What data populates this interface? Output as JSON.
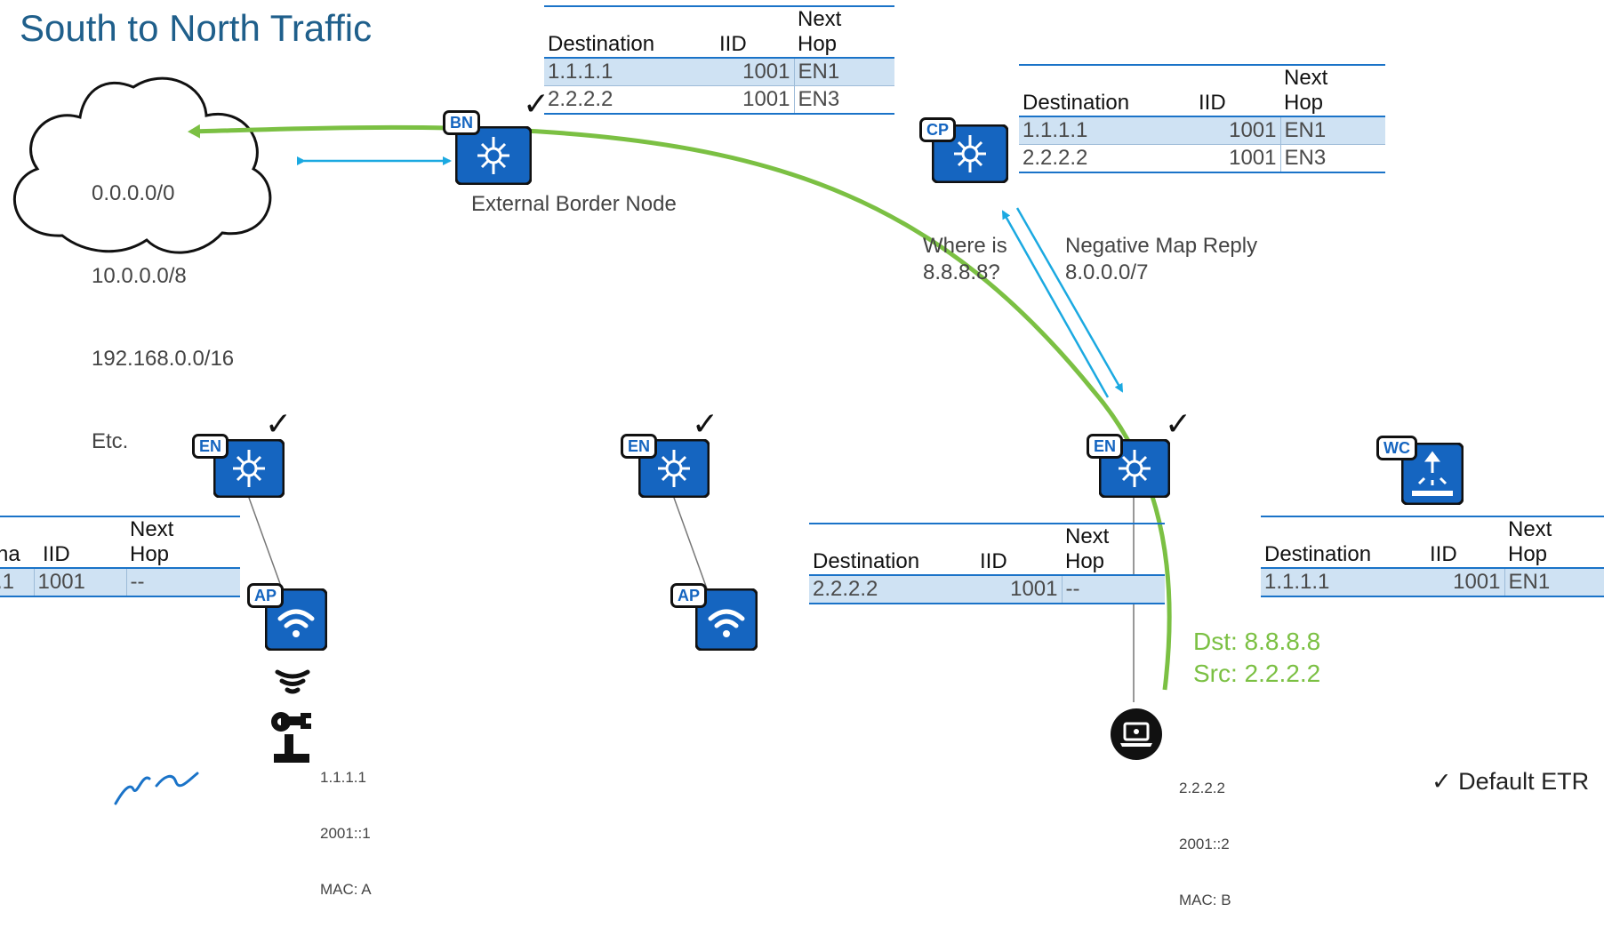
{
  "title": "South to North Traffic",
  "cloud_prefixes": [
    "0.0.0.0/0",
    "10.0.0.0/8",
    "192.168.0.0/16",
    "Etc."
  ],
  "border_node": {
    "badge": "BN",
    "caption": "External Border Node"
  },
  "control_plane": {
    "badge": "CP"
  },
  "edge_nodes": [
    {
      "badge": "EN"
    },
    {
      "badge": "EN"
    },
    {
      "badge": "EN"
    }
  ],
  "access_points": [
    {
      "badge": "AP"
    },
    {
      "badge": "AP"
    }
  ],
  "wireless_controller": {
    "badge": "WC"
  },
  "check_mark": "✓",
  "table_headers": {
    "destination": "Destination",
    "iid": "IID",
    "next_hop": "Next\nHop"
  },
  "tables": {
    "bn": [
      [
        "1.1.1.1",
        "1001",
        "EN1"
      ],
      [
        "2.2.2.2",
        "1001",
        "EN3"
      ]
    ],
    "cp": [
      [
        "1.1.1.1",
        "1001",
        "EN1"
      ],
      [
        "2.2.2.2",
        "1001",
        "EN3"
      ]
    ],
    "en1": {
      "dest_header_partial": "na",
      "row": [
        ".1",
        "1001",
        "--"
      ]
    },
    "en3": [
      [
        "2.2.2.2",
        "1001",
        "--"
      ]
    ],
    "wc": [
      [
        "1.1.1.1",
        "1001",
        "EN1"
      ]
    ]
  },
  "map_request": {
    "line1": "Where is",
    "line2": "8.8.8.8?"
  },
  "map_reply": {
    "line1": "Negative Map Reply",
    "line2": "8.0.0.0/7"
  },
  "packet": {
    "dst": "Dst: 8.8.8.8",
    "src": "Src: 2.2.2.2"
  },
  "host_robot": {
    "ip": "1.1.1.1",
    "ipv6": "2001::1",
    "mac": "MAC: A"
  },
  "host_laptop": {
    "ip": "2.2.2.2",
    "ipv6": "2001::2",
    "mac": "MAC: B"
  },
  "legend": "✓ Default ETR",
  "colors": {
    "accent_blue": "#1a73c8",
    "node_blue": "#1565c0",
    "path_green": "#7bc043",
    "arrow_cyan": "#1ba9e1"
  },
  "icons": [
    "cloud-icon",
    "switch-icon",
    "wifi-ap-icon",
    "robot-arm-icon",
    "laptop-icon",
    "wireless-controller-icon",
    "signal-icon"
  ]
}
